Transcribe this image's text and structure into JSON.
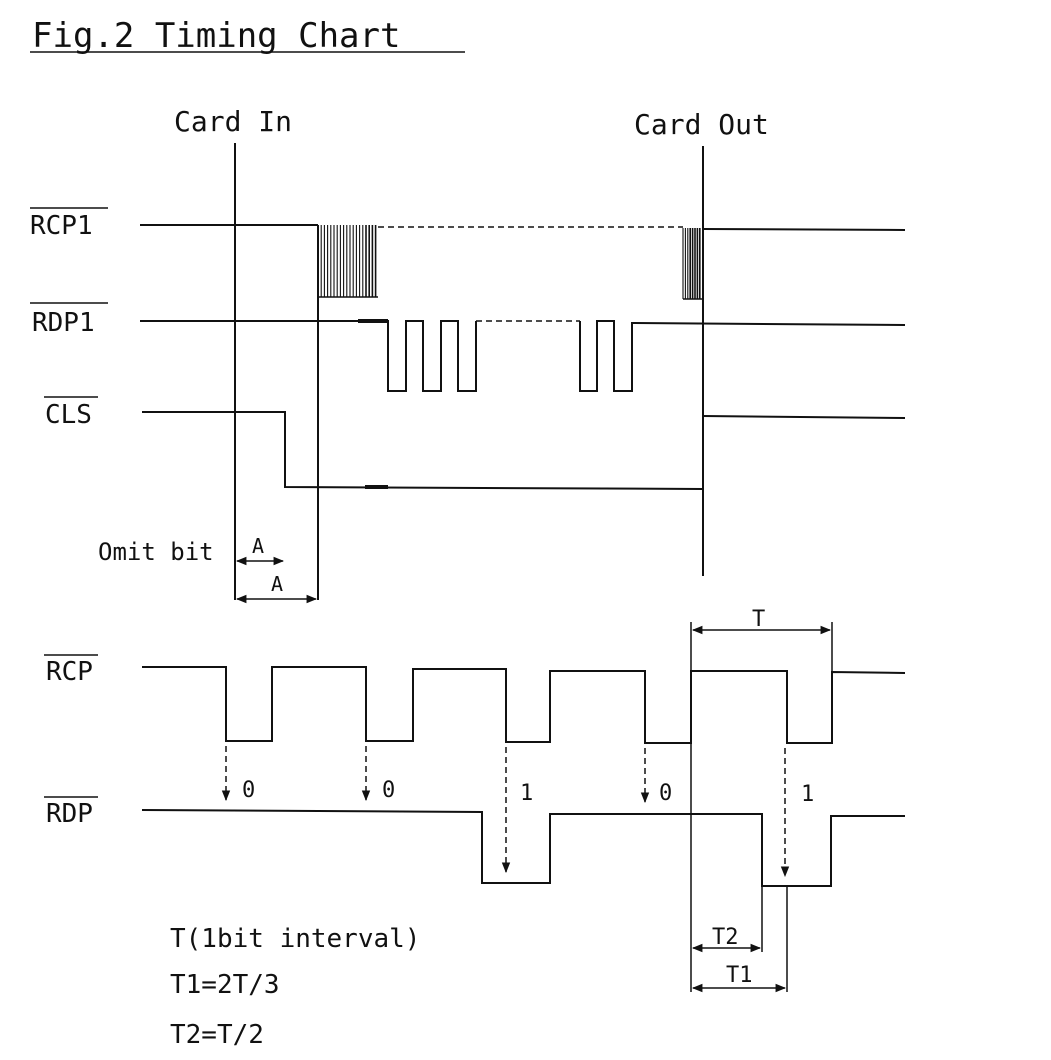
{
  "figure": {
    "title": "Fig.2 Timing Chart",
    "events": {
      "card_in": "Card In",
      "card_out": "Card Out"
    },
    "signals": {
      "rcp1": "RCP1",
      "rdp1": "RDP1",
      "cls": "CLS",
      "rcp": "RCP",
      "rdp": "RDP"
    },
    "omit_bit_label": "Omit bit",
    "interval_labels": {
      "a": "A",
      "t": "T",
      "t1": "T1",
      "t2": "T2"
    },
    "bits": [
      "0",
      "0",
      "1",
      "0",
      "1"
    ],
    "legend": {
      "line1": "T(1bit interval)",
      "line2": "T1=2T/3",
      "line3": "T2=T/2"
    }
  }
}
